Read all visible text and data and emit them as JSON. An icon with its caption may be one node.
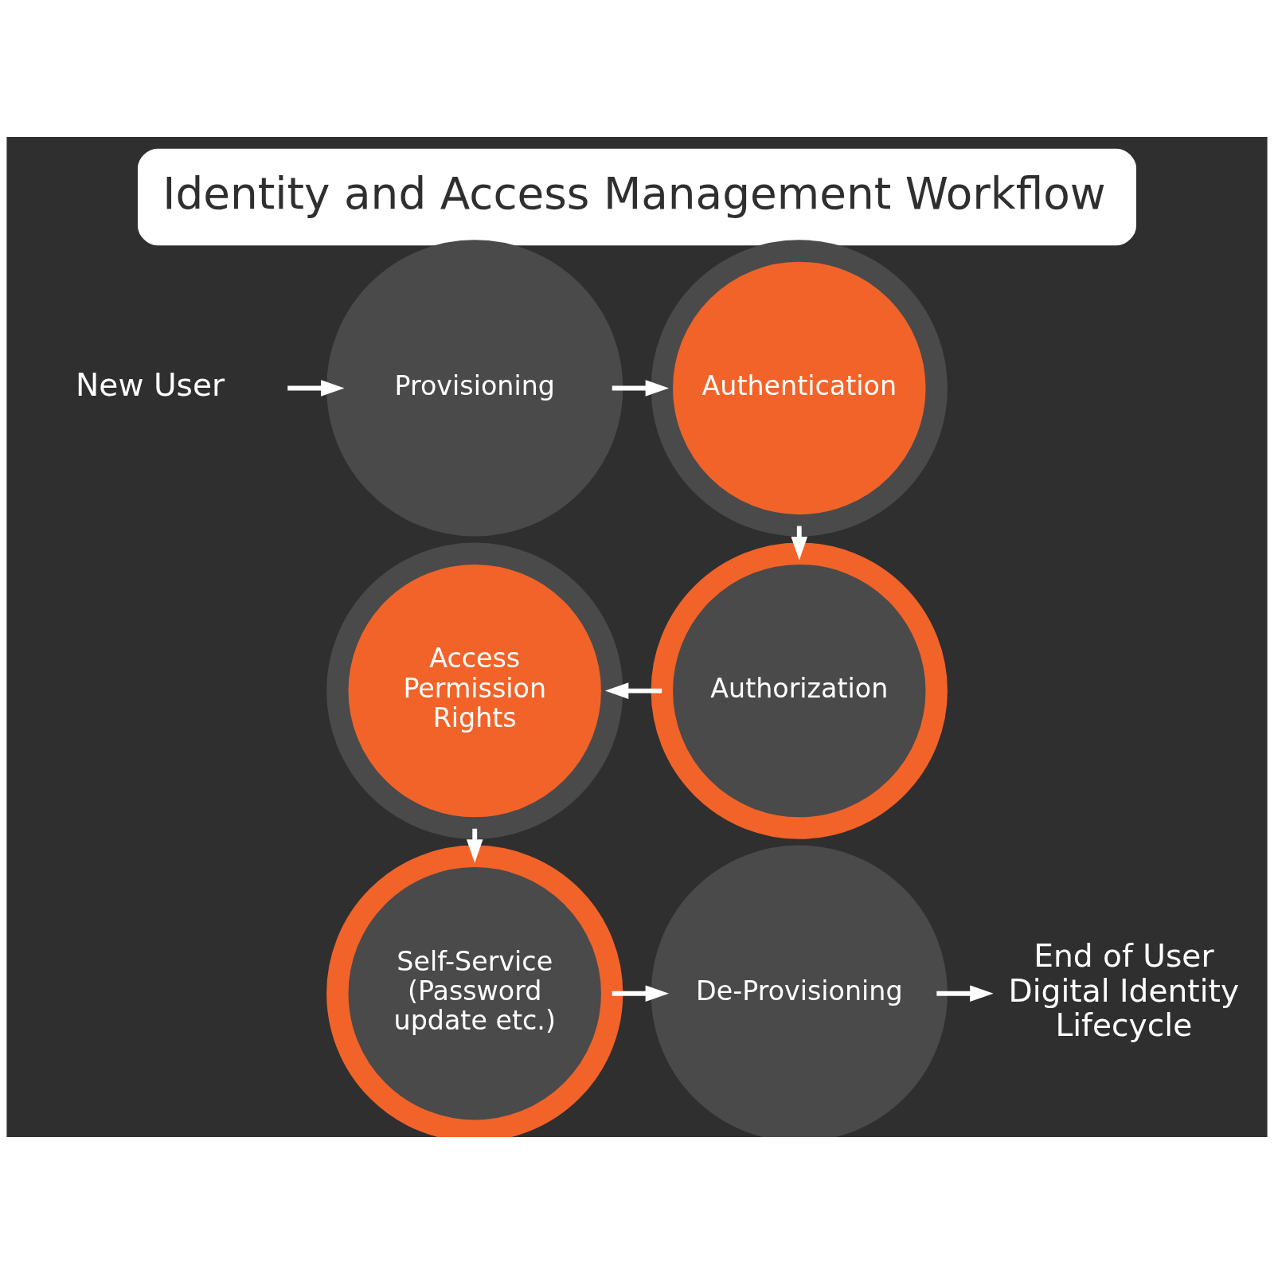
{
  "diagram": {
    "title": "Identity and Access Management Workflow",
    "nodes": [
      {
        "text": [
          "New User"
        ]
      },
      {
        "text": [
          "Provisioning"
        ]
      },
      {
        "text": [
          "Authentication"
        ]
      },
      {
        "text": [
          "Authorization"
        ]
      },
      {
        "text": [
          "Access Permission Rights"
        ]
      },
      {
        "text": [
          "Self-Service (Password update etc.)"
        ]
      },
      {
        "text": [
          "De-Provisioning"
        ]
      },
      {
        "text": [
          "End of User Digital Identity Lifecycle"
        ]
      }
    ],
    "edges": [
      {
        "from": 0,
        "to": 1,
        "arrow": "to"
      },
      {
        "from": 1,
        "to": 2,
        "arrow": "to"
      },
      {
        "from": 2,
        "to": 3,
        "arrow": "to"
      },
      {
        "from": 3,
        "to": 4,
        "arrow": "to"
      },
      {
        "from": 4,
        "to": 5,
        "arrow": "to"
      },
      {
        "from": 5,
        "to": 6,
        "arrow": "to"
      },
      {
        "from": 6,
        "to": 7,
        "arrow": "to"
      }
    ]
  }
}
